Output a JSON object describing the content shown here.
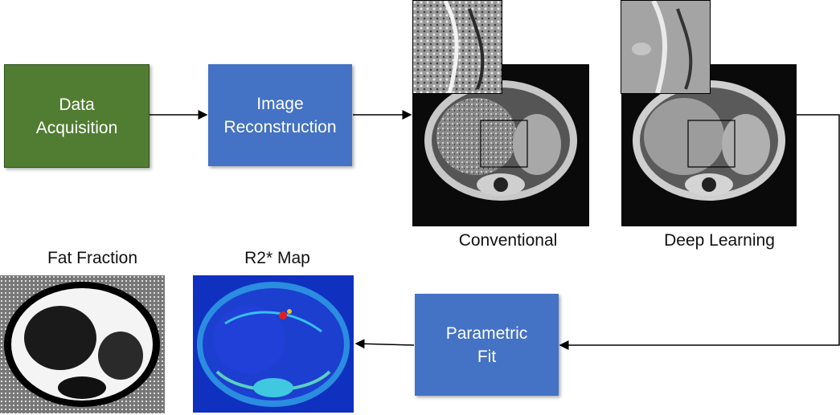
{
  "flow": {
    "data_acquisition": "Data\nAcquisition",
    "image_reconstruction": "Image\nReconstruction",
    "parametric_fit": "Parametric\nFit"
  },
  "images": {
    "conventional_label": "Conventional",
    "deep_learning_label": "Deep Learning",
    "fat_fraction_label": "Fat Fraction",
    "r2star_label": "R2* Map"
  },
  "colors": {
    "acquisition_box": "#517d32",
    "process_box": "#4472c4",
    "arrow": "#000000"
  }
}
